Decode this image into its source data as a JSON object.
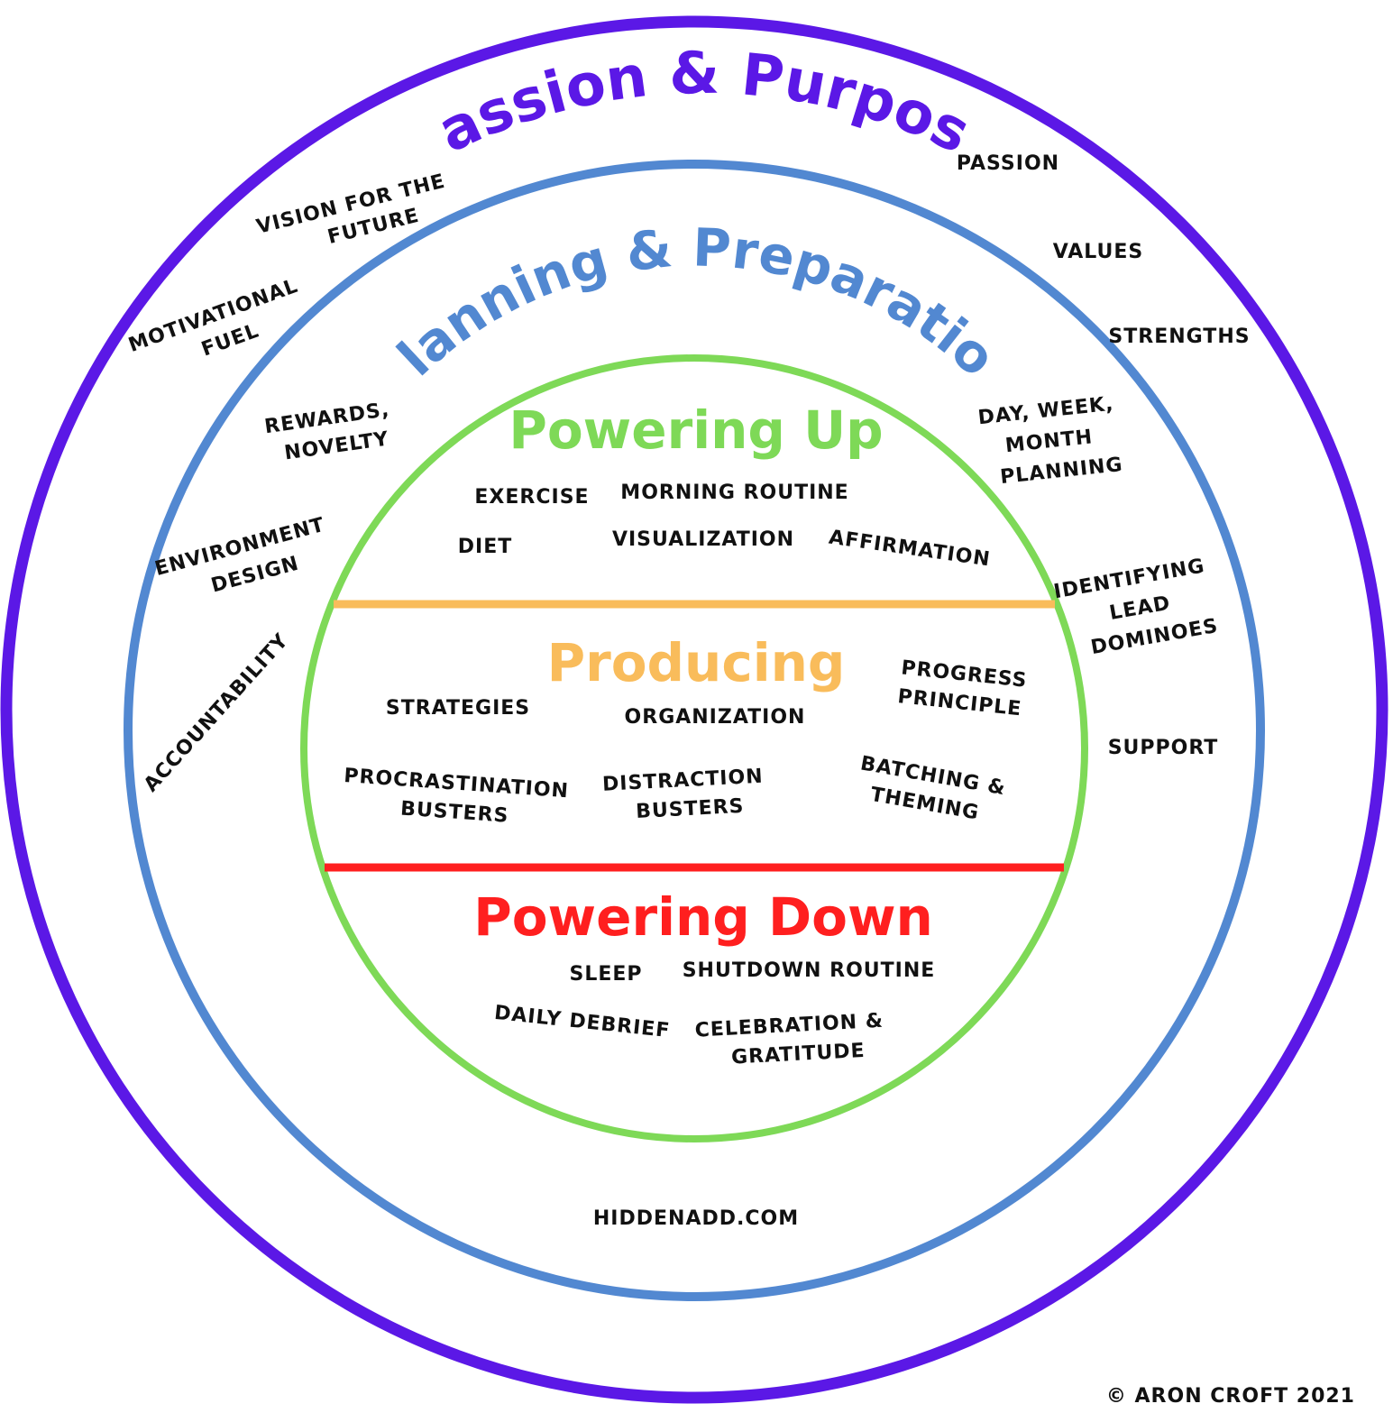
{
  "colors": {
    "outer_ring": "#5b18e6",
    "middle_ring": "#5288d1",
    "inner_ring": "#7ed957",
    "producing_divider": "#f9bc5b",
    "powering_down_divider": "#ff1f1f",
    "text": "#111111"
  },
  "rings": {
    "outer": {
      "title": "Passion & Purpose"
    },
    "middle": {
      "title": "Planning & Preparation"
    }
  },
  "outer_items": {
    "vision": [
      "VISION FOR THE",
      "FUTURE"
    ],
    "passion": "PASSION",
    "values": "VALUES",
    "strengths": "STRENGTHS",
    "motivational": [
      "MOTIVATIONAL",
      "FUEL"
    ]
  },
  "middle_items": {
    "rewards": [
      "REWARDS,",
      "NOVELTY"
    ],
    "environment": [
      "ENVIRONMENT",
      "DESIGN"
    ],
    "accountability": "ACCOUNTABILITY",
    "planning": [
      "DAY, WEEK,",
      "MONTH",
      "PLANNING"
    ],
    "lead": [
      "IDENTIFYING",
      "LEAD",
      "DOMINOES"
    ],
    "support": "SUPPORT",
    "website": "HIDDENADD.COM"
  },
  "powering_up": {
    "title": "Powering Up",
    "items": {
      "exercise": "EXERCISE",
      "morning": "MORNING ROUTINE",
      "diet": "DIET",
      "visualization": "VISUALIZATION",
      "affirmation": "AFFIRMATION"
    }
  },
  "producing": {
    "title": "Producing",
    "items": {
      "strategies": "STRATEGIES",
      "organization": "ORGANIZATION",
      "progress": [
        "PROGRESS",
        "PRINCIPLE"
      ],
      "procrastination": [
        "PROCRASTINATION",
        "BUSTERS"
      ],
      "distraction": [
        "DISTRACTION",
        "BUSTERS"
      ],
      "batching": [
        "BATCHING &",
        "THEMING"
      ]
    }
  },
  "powering_down": {
    "title": "Powering Down",
    "items": {
      "sleep": "SLEEP",
      "shutdown": "SHUTDOWN ROUTINE",
      "debrief": "DAILY DEBRIEF",
      "celebration": [
        "CELEBRATION &",
        "GRATITUDE"
      ]
    }
  },
  "copyright": "© ARON CROFT 2021"
}
